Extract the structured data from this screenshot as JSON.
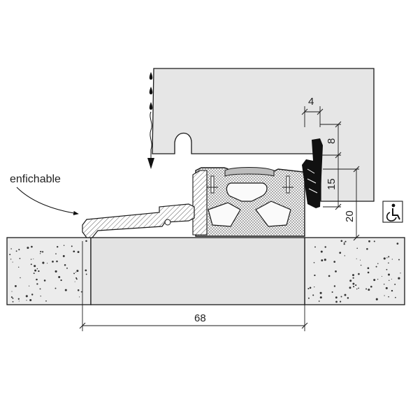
{
  "labels": {
    "callout": "enfichable"
  },
  "dimensions": {
    "top_width": "4",
    "height_a": "8",
    "height_b": "15",
    "height_c": "20",
    "base_width": "68"
  },
  "icons": {
    "accessibility": "wheelchair-icon",
    "drip": "water-drop-icon"
  },
  "colors": {
    "door": "#e6e6e6",
    "stone": "#ececec",
    "insert": "#e3e3e3",
    "seal": "#111111",
    "outline": "#1a1a1a"
  }
}
